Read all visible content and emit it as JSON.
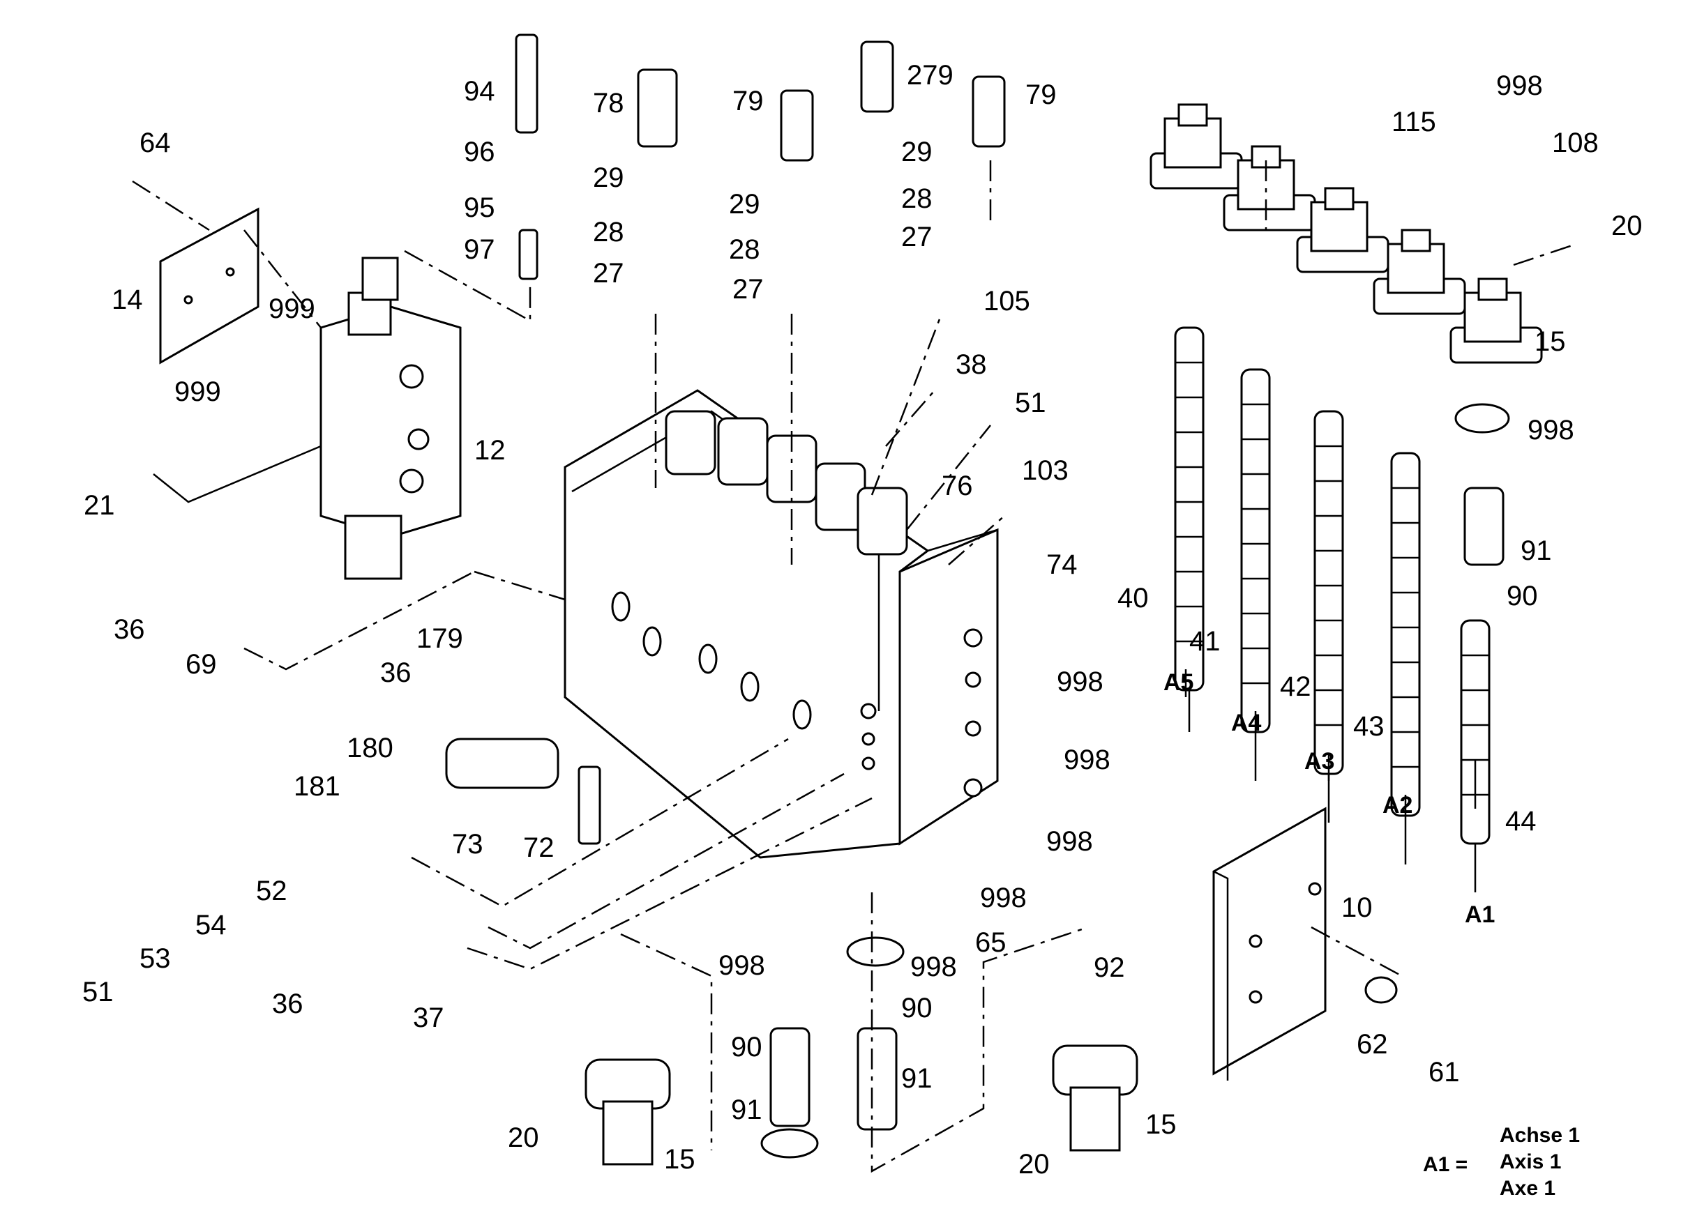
{
  "part_labels": [
    {
      "id": "p64",
      "text": "64"
    },
    {
      "id": "p14",
      "text": "14"
    },
    {
      "id": "p999a",
      "text": "999"
    },
    {
      "id": "p999b",
      "text": "999"
    },
    {
      "id": "p12",
      "text": "12"
    },
    {
      "id": "p21",
      "text": "21"
    },
    {
      "id": "p94",
      "text": "94"
    },
    {
      "id": "p96",
      "text": "96"
    },
    {
      "id": "p95",
      "text": "95"
    },
    {
      "id": "p97",
      "text": "97"
    },
    {
      "id": "p78",
      "text": "78"
    },
    {
      "id": "p29a",
      "text": "29"
    },
    {
      "id": "p28a",
      "text": "28"
    },
    {
      "id": "p27a",
      "text": "27"
    },
    {
      "id": "p79a",
      "text": "79"
    },
    {
      "id": "p29b",
      "text": "29"
    },
    {
      "id": "p28b",
      "text": "28"
    },
    {
      "id": "p27b",
      "text": "27"
    },
    {
      "id": "p279",
      "text": "279"
    },
    {
      "id": "p29c",
      "text": "29"
    },
    {
      "id": "p28c",
      "text": "28"
    },
    {
      "id": "p27c",
      "text": "27"
    },
    {
      "id": "p79b",
      "text": "79"
    },
    {
      "id": "p105",
      "text": "105"
    },
    {
      "id": "p38",
      "text": "38"
    },
    {
      "id": "p51a",
      "text": "51"
    },
    {
      "id": "p103",
      "text": "103"
    },
    {
      "id": "p76",
      "text": "76"
    },
    {
      "id": "p74",
      "text": "74"
    },
    {
      "id": "p36a",
      "text": "36"
    },
    {
      "id": "p69",
      "text": "69"
    },
    {
      "id": "p179",
      "text": "179"
    },
    {
      "id": "p36b",
      "text": "36"
    },
    {
      "id": "p180",
      "text": "180"
    },
    {
      "id": "p181",
      "text": "181"
    },
    {
      "id": "p73",
      "text": "73"
    },
    {
      "id": "p72",
      "text": "72"
    },
    {
      "id": "p998a",
      "text": "998"
    },
    {
      "id": "p998b",
      "text": "998"
    },
    {
      "id": "p998c",
      "text": "998"
    },
    {
      "id": "p998d",
      "text": "998"
    },
    {
      "id": "p65",
      "text": "65"
    },
    {
      "id": "p52",
      "text": "52"
    },
    {
      "id": "p54",
      "text": "54"
    },
    {
      "id": "p53",
      "text": "53"
    },
    {
      "id": "p51b",
      "text": "51"
    },
    {
      "id": "p36c",
      "text": "36"
    },
    {
      "id": "p37",
      "text": "37"
    },
    {
      "id": "p998e",
      "text": "998"
    },
    {
      "id": "p90a",
      "text": "90"
    },
    {
      "id": "p91a",
      "text": "91"
    },
    {
      "id": "p20a",
      "text": "20"
    },
    {
      "id": "p15a",
      "text": "15"
    },
    {
      "id": "p998f",
      "text": "998"
    },
    {
      "id": "p90b",
      "text": "90"
    },
    {
      "id": "p91b",
      "text": "91"
    },
    {
      "id": "p92",
      "text": "92"
    },
    {
      "id": "p15b",
      "text": "15"
    },
    {
      "id": "p20b",
      "text": "20"
    },
    {
      "id": "p10",
      "text": "10"
    },
    {
      "id": "p62",
      "text": "62"
    },
    {
      "id": "p61",
      "text": "61"
    },
    {
      "id": "p998g",
      "text": "998"
    },
    {
      "id": "p115",
      "text": "115"
    },
    {
      "id": "p108",
      "text": "108"
    },
    {
      "id": "p20c",
      "text": "20"
    },
    {
      "id": "p15c",
      "text": "15"
    },
    {
      "id": "p998h",
      "text": "998"
    },
    {
      "id": "p91c",
      "text": "91"
    },
    {
      "id": "p90c",
      "text": "90"
    },
    {
      "id": "p40",
      "text": "40"
    },
    {
      "id": "p41",
      "text": "41"
    },
    {
      "id": "p42",
      "text": "42"
    },
    {
      "id": "p43",
      "text": "43"
    },
    {
      "id": "p44",
      "text": "44"
    }
  ],
  "axis_labels": [
    {
      "id": "a5",
      "text": "A5"
    },
    {
      "id": "a4",
      "text": "A4"
    },
    {
      "id": "a3",
      "text": "A3"
    },
    {
      "id": "a2",
      "text": "A2"
    },
    {
      "id": "a1",
      "text": "A1"
    }
  ],
  "legend": {
    "key": "A1 =",
    "line1": "Achse 1",
    "line2": "Axis 1",
    "line3": "Axe 1"
  }
}
